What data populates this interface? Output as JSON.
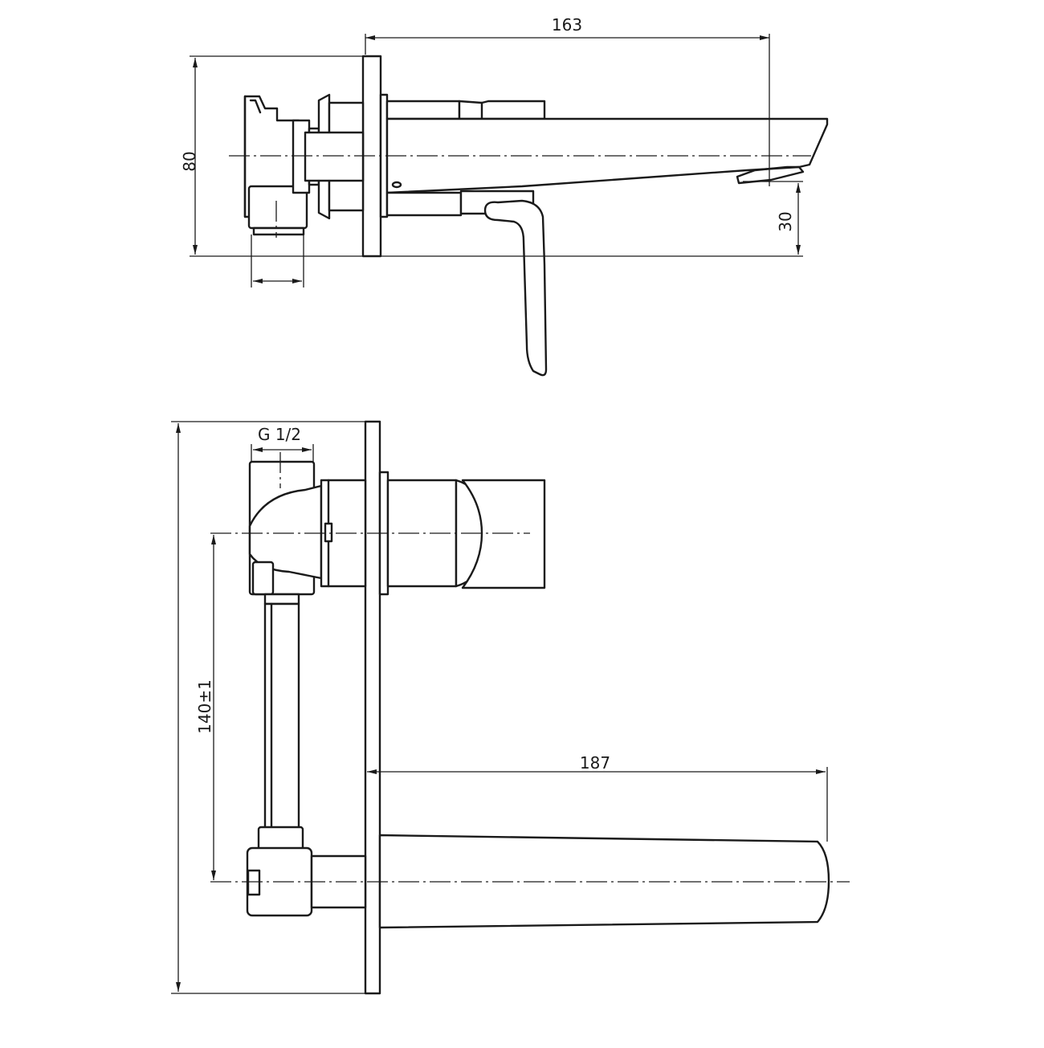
{
  "dimensions": {
    "side_view": {
      "total_length": "163",
      "height": "80",
      "spout_height": "30"
    },
    "front_view": {
      "thread": "G 1/2",
      "axis_distance": "140±1",
      "spout_length": "187"
    }
  },
  "colors": {
    "line": "#1a1a1a",
    "background": "#ffffff"
  }
}
